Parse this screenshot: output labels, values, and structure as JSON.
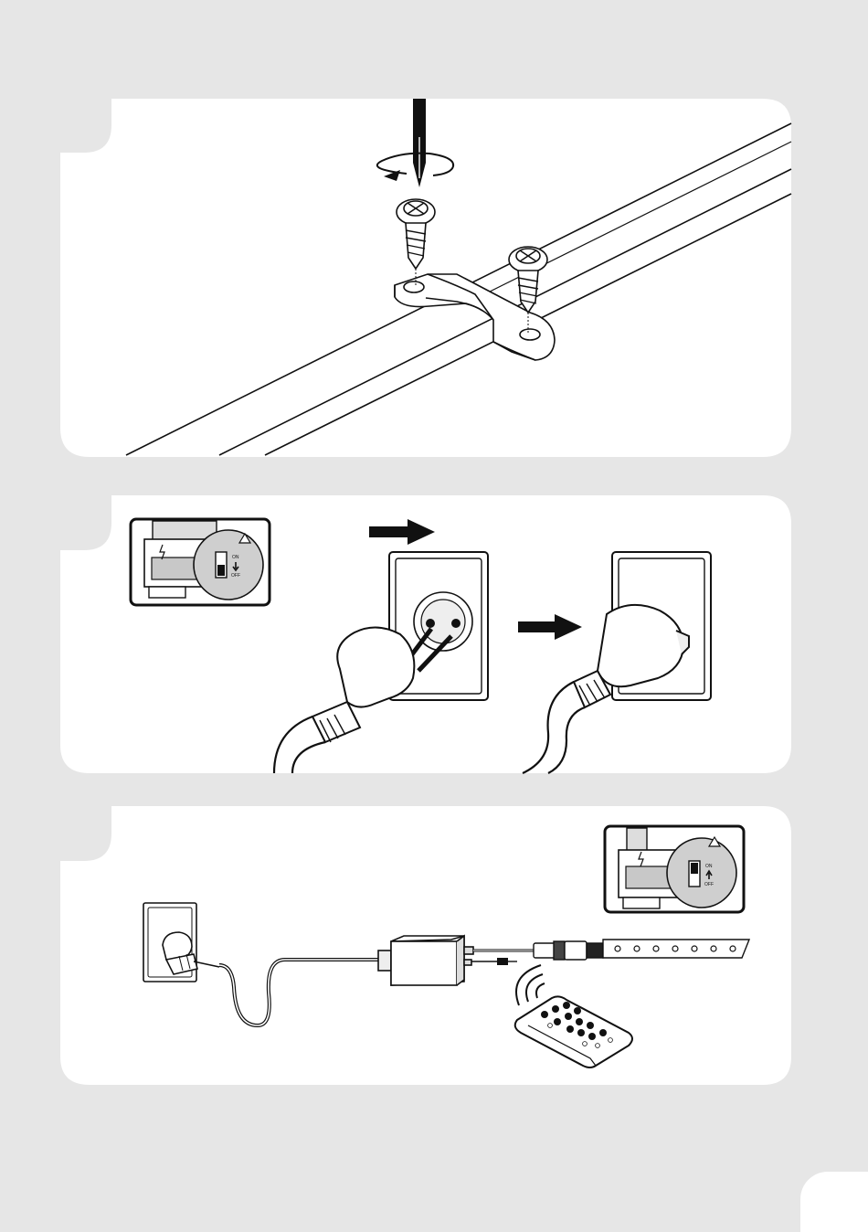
{
  "page": {
    "background": "#e6e6e6",
    "panel_color": "#ffffff",
    "ink_color": "#111111"
  },
  "steps": [
    {
      "name": "mount-strip",
      "icons": [
        "screwdriver-icon",
        "screw-icon",
        "mounting-clip-icon",
        "led-channel-icon"
      ]
    },
    {
      "name": "plug-in",
      "icons": [
        "switch-off-icon",
        "wall-socket-icon",
        "plug-icon",
        "arrow-right-icon"
      ],
      "switch": {
        "on_label": "ON",
        "off_label": "OFF",
        "state": "off"
      }
    },
    {
      "name": "connect-and-control",
      "icons": [
        "switch-on-icon",
        "wall-socket-icon",
        "controller-box-icon",
        "led-strip-icon",
        "remote-control-icon"
      ],
      "switch": {
        "on_label": "ON",
        "off_label": "OFF",
        "state": "on"
      }
    }
  ]
}
